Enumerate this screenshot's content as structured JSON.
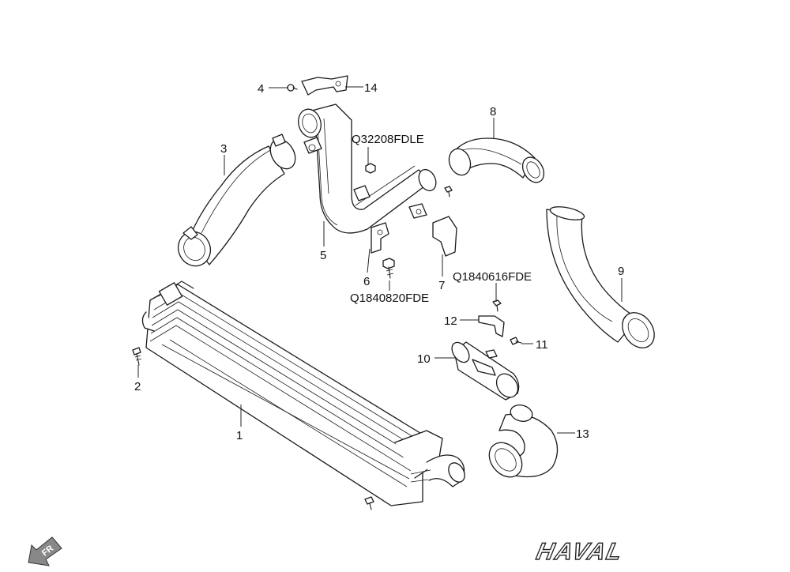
{
  "diagram": {
    "labels": {
      "l1": "1",
      "l2": "2",
      "l3": "3",
      "l4": "4",
      "l5": "5",
      "l6": "6",
      "l7": "7",
      "l8": "8",
      "l9": "9",
      "l10": "10",
      "l11": "11",
      "l12": "12",
      "l13": "13",
      "l14": "14",
      "code_q32208": "Q32208FDLE",
      "code_q1840616": "Q1840616FDE",
      "code_q1840820": "Q1840820FDE"
    },
    "direction_indicator": "FR",
    "brand_logo": "HAVAL",
    "line_color": "#1a1a1a",
    "arrow_color": "#888888"
  }
}
